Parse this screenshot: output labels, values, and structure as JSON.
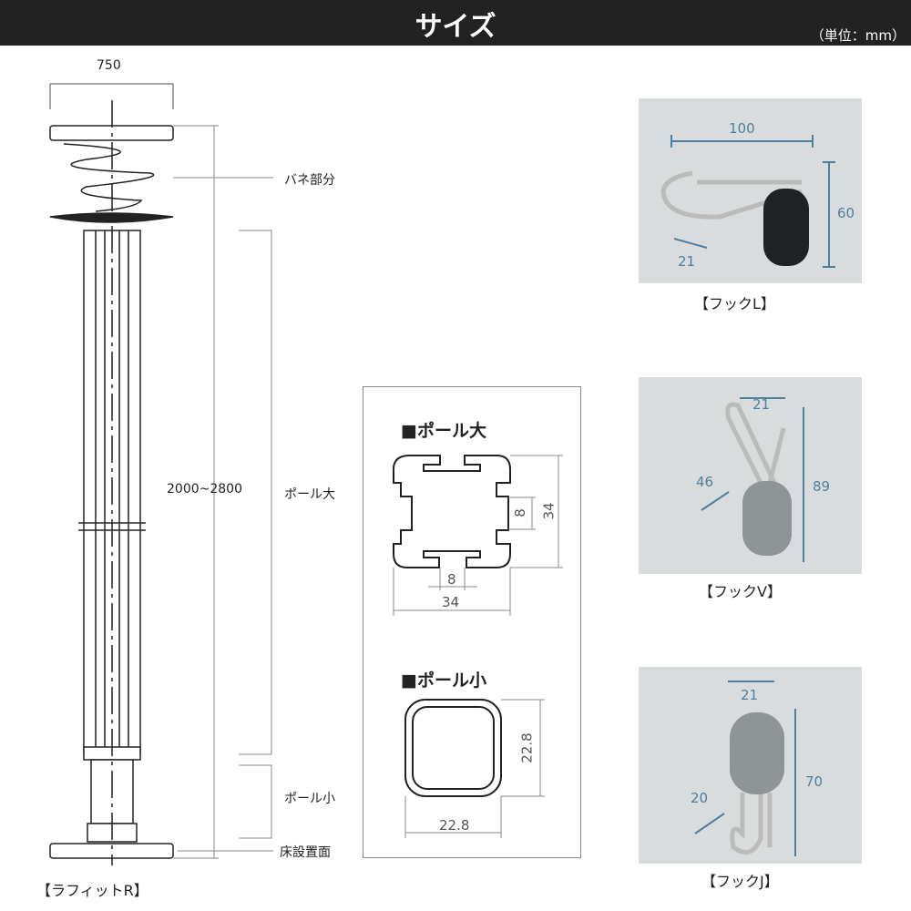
{
  "header": {
    "title": "サイズ",
    "unit": "（単位：mm）"
  },
  "pole": {
    "width_label": "750",
    "spring_label": "バネ部分",
    "height_label": "2000~2800",
    "large_pole_label": "ポール大",
    "small_pole_label": "ポール小",
    "floor_label": "床設置面",
    "product_name": "【ラフィットR】"
  },
  "cross_sections": {
    "large": {
      "title": "■ポール大",
      "slot": "8",
      "slot_v": "8",
      "width": "34",
      "height": "34"
    },
    "small": {
      "title": "■ポール小",
      "width": "22.8",
      "height": "22.8"
    }
  },
  "hooks": [
    {
      "name": "【フックL】",
      "dims": [
        "100",
        "60",
        "21"
      ]
    },
    {
      "name": "【フックV】",
      "dims": [
        "21",
        "46",
        "89"
      ]
    },
    {
      "name": "【フックJ】",
      "dims": [
        "21",
        "20",
        "70"
      ]
    }
  ],
  "colors": {
    "header_bg": "#222222",
    "dim_line": "#4f7f9e",
    "photo_bg": "#d8dcdd"
  }
}
